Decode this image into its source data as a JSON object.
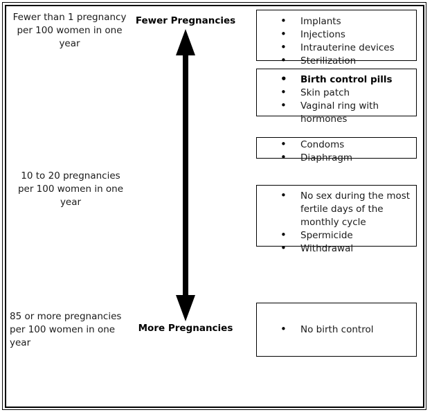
{
  "diagram": {
    "title": "Birth control effectiveness chart",
    "axis": {
      "top_caption": "Fewer Pregnancies",
      "bottom_caption": "More Pregnancies",
      "arrow_color": "#000000",
      "direction": "double-headed vertical"
    },
    "scale_labels": [
      {
        "name": "most-effective",
        "text": "Fewer than 1 pregnancy per 100 women in one year"
      },
      {
        "name": "moderately-effective",
        "text": "10 to 20 pregnancies per 100 women in one year"
      },
      {
        "name": "least-effective",
        "text": "85 or more pregnancies per 100 women in one year"
      }
    ],
    "method_groups": [
      {
        "name": "most-effective-methods",
        "items": [
          {
            "label": "Implants",
            "bold": false
          },
          {
            "label": "Injections",
            "bold": false
          },
          {
            "label": "Intrauterine devices",
            "bold": false
          },
          {
            "label": "Sterilization",
            "bold": false
          }
        ]
      },
      {
        "name": "hormonal-methods",
        "items": [
          {
            "label": "Birth control pills",
            "bold": true
          },
          {
            "label": "Skin patch",
            "bold": false
          },
          {
            "label": "Vaginal ring with hormones",
            "bold": false
          }
        ]
      },
      {
        "name": "barrier-methods",
        "items": [
          {
            "label": "Condoms",
            "bold": false
          },
          {
            "label": "Diaphragm",
            "bold": false
          }
        ]
      },
      {
        "name": "behavioral-methods",
        "items": [
          {
            "label": "No sex during the most fertile days of the monthly cycle",
            "bold": false
          },
          {
            "label": "Spermicide",
            "bold": false
          },
          {
            "label": "Withdrawal",
            "bold": false
          }
        ]
      },
      {
        "name": "no-method",
        "items": [
          {
            "label": "No birth control",
            "bold": false
          }
        ]
      }
    ]
  }
}
